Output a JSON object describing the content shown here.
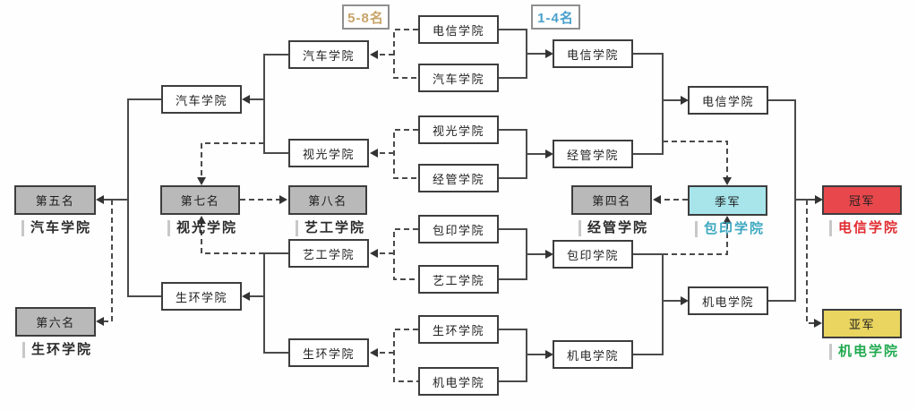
{
  "legend": {
    "losers_bracket": "5-8名",
    "winners_bracket": "1-4名"
  },
  "bracket": {
    "quarterfinals": [
      "电信学院",
      "汽车学院",
      "视光学院",
      "经管学院",
      "包印学院",
      "艺工学院",
      "生环学院",
      "机电学院"
    ],
    "semifinals": [
      "电信学院",
      "经管学院",
      "包印学院",
      "机电学院"
    ],
    "finalists": [
      "电信学院",
      "机电学院"
    ],
    "consolation_round1": [
      "汽车学院",
      "视光学院",
      "艺工学院",
      "生环学院"
    ],
    "consolation_round2": [
      "汽车学院",
      "生环学院"
    ]
  },
  "placements": {
    "champion": {
      "title": "冠军",
      "team": "电信学院"
    },
    "runner_up": {
      "title": "亚军",
      "team": "机电学院"
    },
    "third": {
      "title": "季军",
      "team": "包印学院"
    },
    "fourth": {
      "title": "第四名",
      "team": "经管学院"
    },
    "fifth": {
      "title": "第五名",
      "team": "汽车学院"
    },
    "sixth": {
      "title": "第六名",
      "team": "生环学院"
    },
    "seventh": {
      "title": "第七名",
      "team": "视光学院"
    },
    "eighth": {
      "title": "第八名",
      "team": "艺工学院"
    }
  },
  "colors": {
    "champion_fill": "#e8484c",
    "champion_text": "#e02b30",
    "runner_up_fill": "#e9d55f",
    "runner_up_text": "#21a94f",
    "third_fill": "#a7e5eb",
    "third_text": "#3da8c0",
    "placement_fill": "#b9b9b9",
    "line": "#4a4a4a",
    "losers_label_text": "#c9a469",
    "winners_label_text": "#4aa0cb"
  }
}
